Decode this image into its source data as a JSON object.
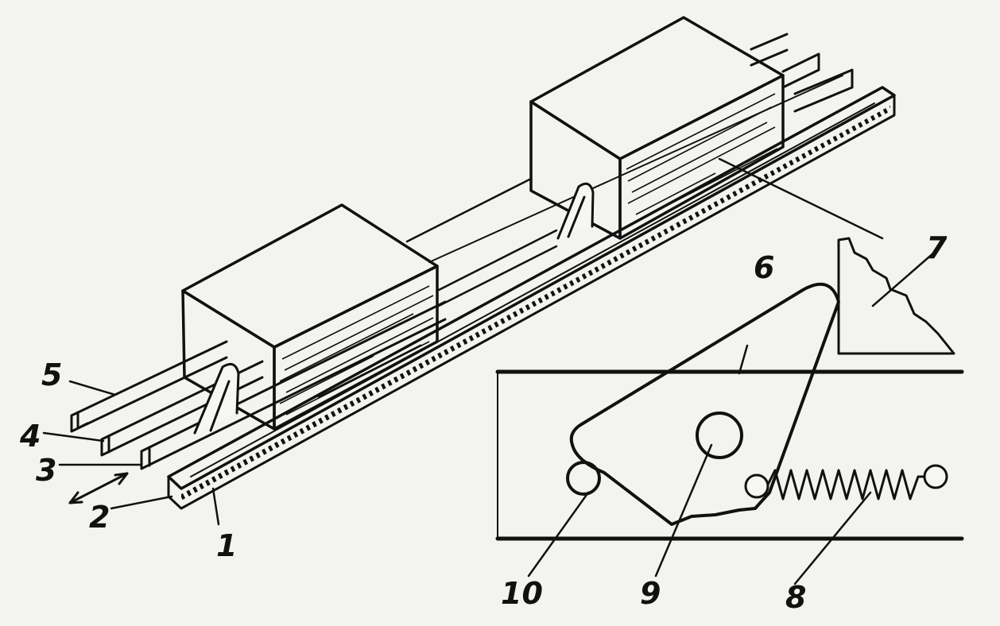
{
  "figure": {
    "ink_color": "#111111",
    "paper_color": "#f3f3ef",
    "labels": {
      "l1": "1",
      "l2": "2",
      "l3": "3",
      "l4": "4",
      "l5": "5",
      "l6": "6",
      "l7": "7",
      "l8": "8",
      "l9": "9",
      "l10": "10"
    }
  }
}
